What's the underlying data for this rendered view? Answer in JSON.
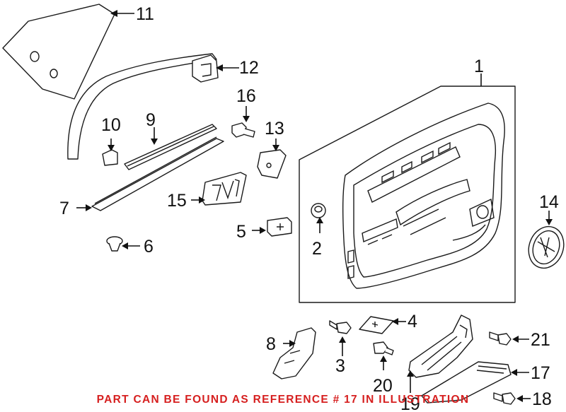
{
  "callouts": {
    "c1": "1",
    "c2": "2",
    "c3": "3",
    "c4": "4",
    "c5": "5",
    "c6": "6",
    "c7": "7",
    "c8": "8",
    "c9": "9",
    "c10": "10",
    "c11": "11",
    "c12": "12",
    "c13": "13",
    "c14": "14",
    "c15": "15",
    "c16": "16",
    "c17": "17",
    "c18": "18",
    "c19": "19",
    "c20": "20",
    "c21": "21"
  },
  "notice": "PART CAN BE FOUND AS REFERENCE # 17 IN ILLUSTRATION",
  "colors": {
    "notice": "#d61f1f",
    "linework": "#1a1a1a"
  }
}
